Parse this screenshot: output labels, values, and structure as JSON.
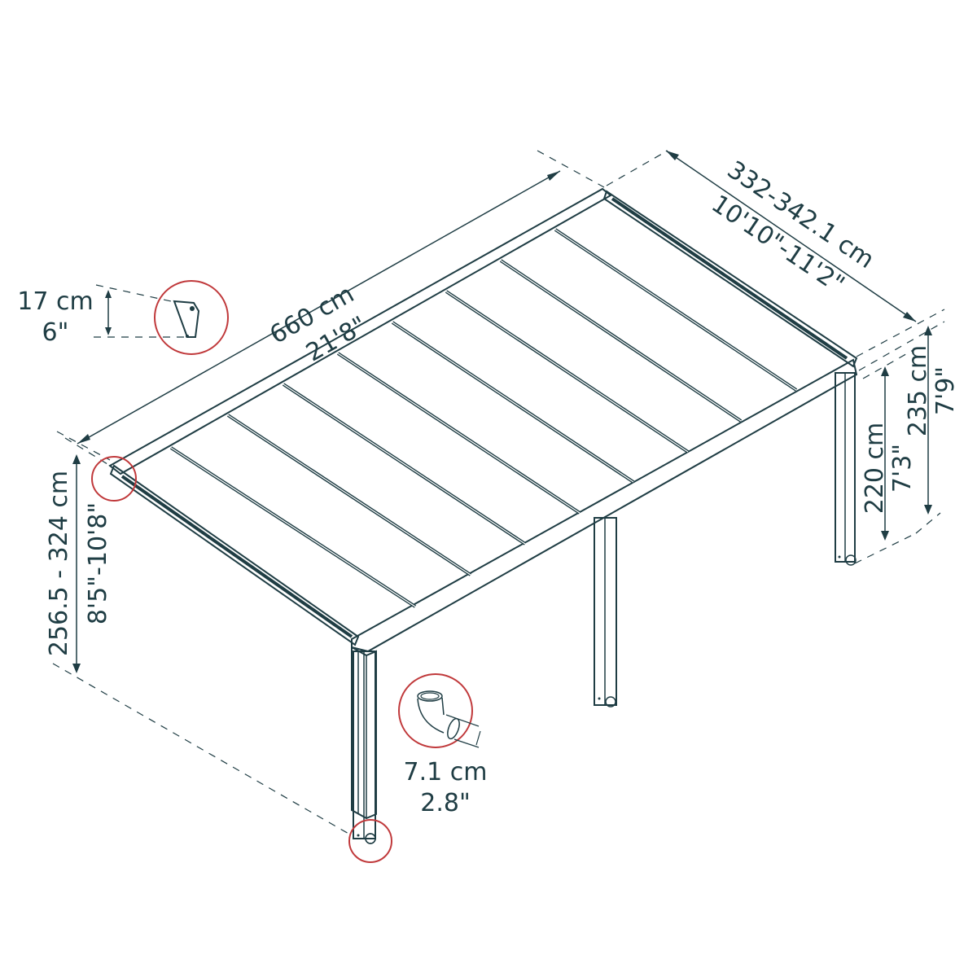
{
  "diagram": {
    "subject": "pergola / patio cover dimension drawing",
    "colors": {
      "line": "#1f3d44",
      "callout": "#c0393b",
      "background": "#ffffff"
    },
    "dimensions": {
      "length": {
        "metric": "660 cm",
        "imperial": "21'8\""
      },
      "width": {
        "metric": "332-342.1 cm",
        "imperial": "10'10\"-11'2\""
      },
      "wall_height": {
        "metric": "256.5 - 324 cm",
        "imperial": "8'5\"-10'8\""
      },
      "front_clearance": {
        "metric": "220 cm",
        "imperial": "7'3\""
      },
      "front_height": {
        "metric": "235 cm",
        "imperial": "7'9\""
      },
      "bracket": {
        "metric": "17 cm",
        "imperial": "6\""
      },
      "downpipe": {
        "metric": "7.1 cm",
        "imperial": "2.8\""
      }
    },
    "callouts": [
      {
        "name": "wall-bracket-detail"
      },
      {
        "name": "wall-corner-detail"
      },
      {
        "name": "downpipe-elbow-detail"
      },
      {
        "name": "post-foot-detail"
      }
    ],
    "roof_panels": 9,
    "posts": 3
  }
}
